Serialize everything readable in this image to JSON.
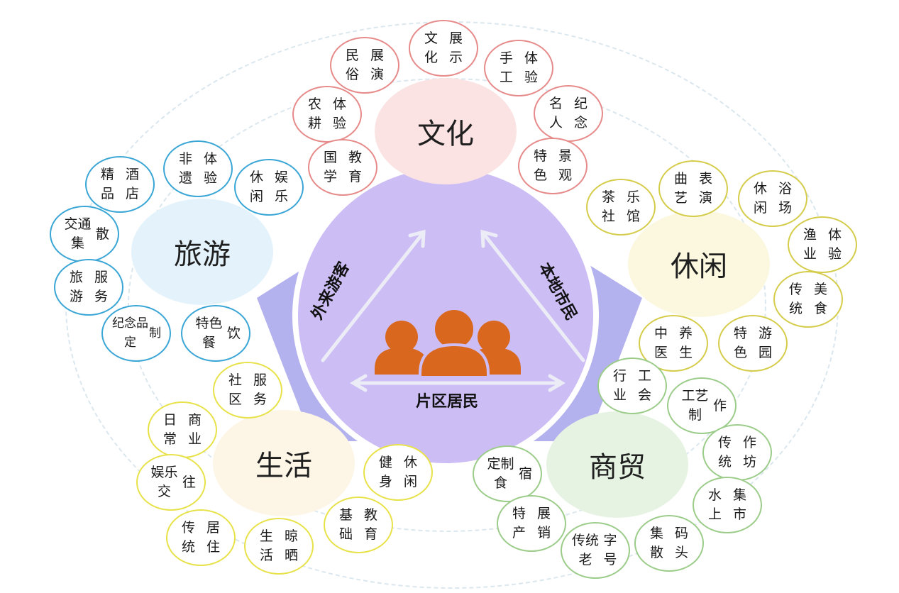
{
  "hubs": {
    "culture": "文化",
    "tourism": "旅游",
    "leisure": "休闲",
    "life": "生活",
    "commerce": "商贸"
  },
  "core": {
    "visitors": "外来游客",
    "citizens": "本地市民",
    "residents": "片区居民"
  },
  "culture_items": [
    [
      "文化",
      "展示"
    ],
    [
      "民俗",
      "展演"
    ],
    [
      "手工",
      "体验"
    ],
    [
      "农耕",
      "体验"
    ],
    [
      "名人",
      "纪念"
    ],
    [
      "国学",
      "教育"
    ],
    [
      "特色",
      "景观"
    ]
  ],
  "tourism_items": [
    [
      "精品",
      "酒店"
    ],
    [
      "非遗",
      "体验"
    ],
    [
      "休闲",
      "娱乐"
    ],
    [
      "交通 集",
      "散"
    ],
    [
      "旅游",
      "服务"
    ],
    [
      "纪念品定",
      "制"
    ],
    [
      "特色 餐",
      "饮"
    ]
  ],
  "leisure_items": [
    [
      "曲艺",
      "表演"
    ],
    [
      "茶社",
      "乐馆"
    ],
    [
      "休闲",
      "浴场"
    ],
    [
      "渔业",
      "体验"
    ],
    [
      "传统",
      "美食"
    ],
    [
      "中医",
      "养生"
    ],
    [
      "特色",
      "游园"
    ]
  ],
  "life_items": [
    [
      "社区",
      "服务"
    ],
    [
      "日常",
      "商业"
    ],
    [
      "娱乐 交",
      "往"
    ],
    [
      "健身",
      "休闲"
    ],
    [
      "传统",
      "居住"
    ],
    [
      "基础",
      "教育"
    ],
    [
      "生活",
      "晾晒"
    ]
  ],
  "commerce_items": [
    [
      "行业",
      "工会"
    ],
    [
      "工艺 制",
      "作"
    ],
    [
      "传统",
      "作坊"
    ],
    [
      "定制 食",
      "宿"
    ],
    [
      "水上",
      "集市"
    ],
    [
      "特产",
      "展销"
    ],
    [
      "集散",
      "码头"
    ],
    [
      "传统老",
      "字号"
    ]
  ],
  "colors": {
    "culture": "#e68a8a",
    "tourism": "#3aa6d6",
    "leisure": "#d4cc4a",
    "life": "#e8e24a",
    "commerce": "#9ccc8a",
    "culture_fill": "#fbe3e3",
    "tourism_fill": "#e4f2fb",
    "leisure_fill": "#fbf8df",
    "life_fill": "#fdf6e6",
    "commerce_fill": "#e6f3e2",
    "pentagon": "#b4b2ee",
    "core_disc": "#cdbdf5",
    "people": "#d9681e"
  }
}
